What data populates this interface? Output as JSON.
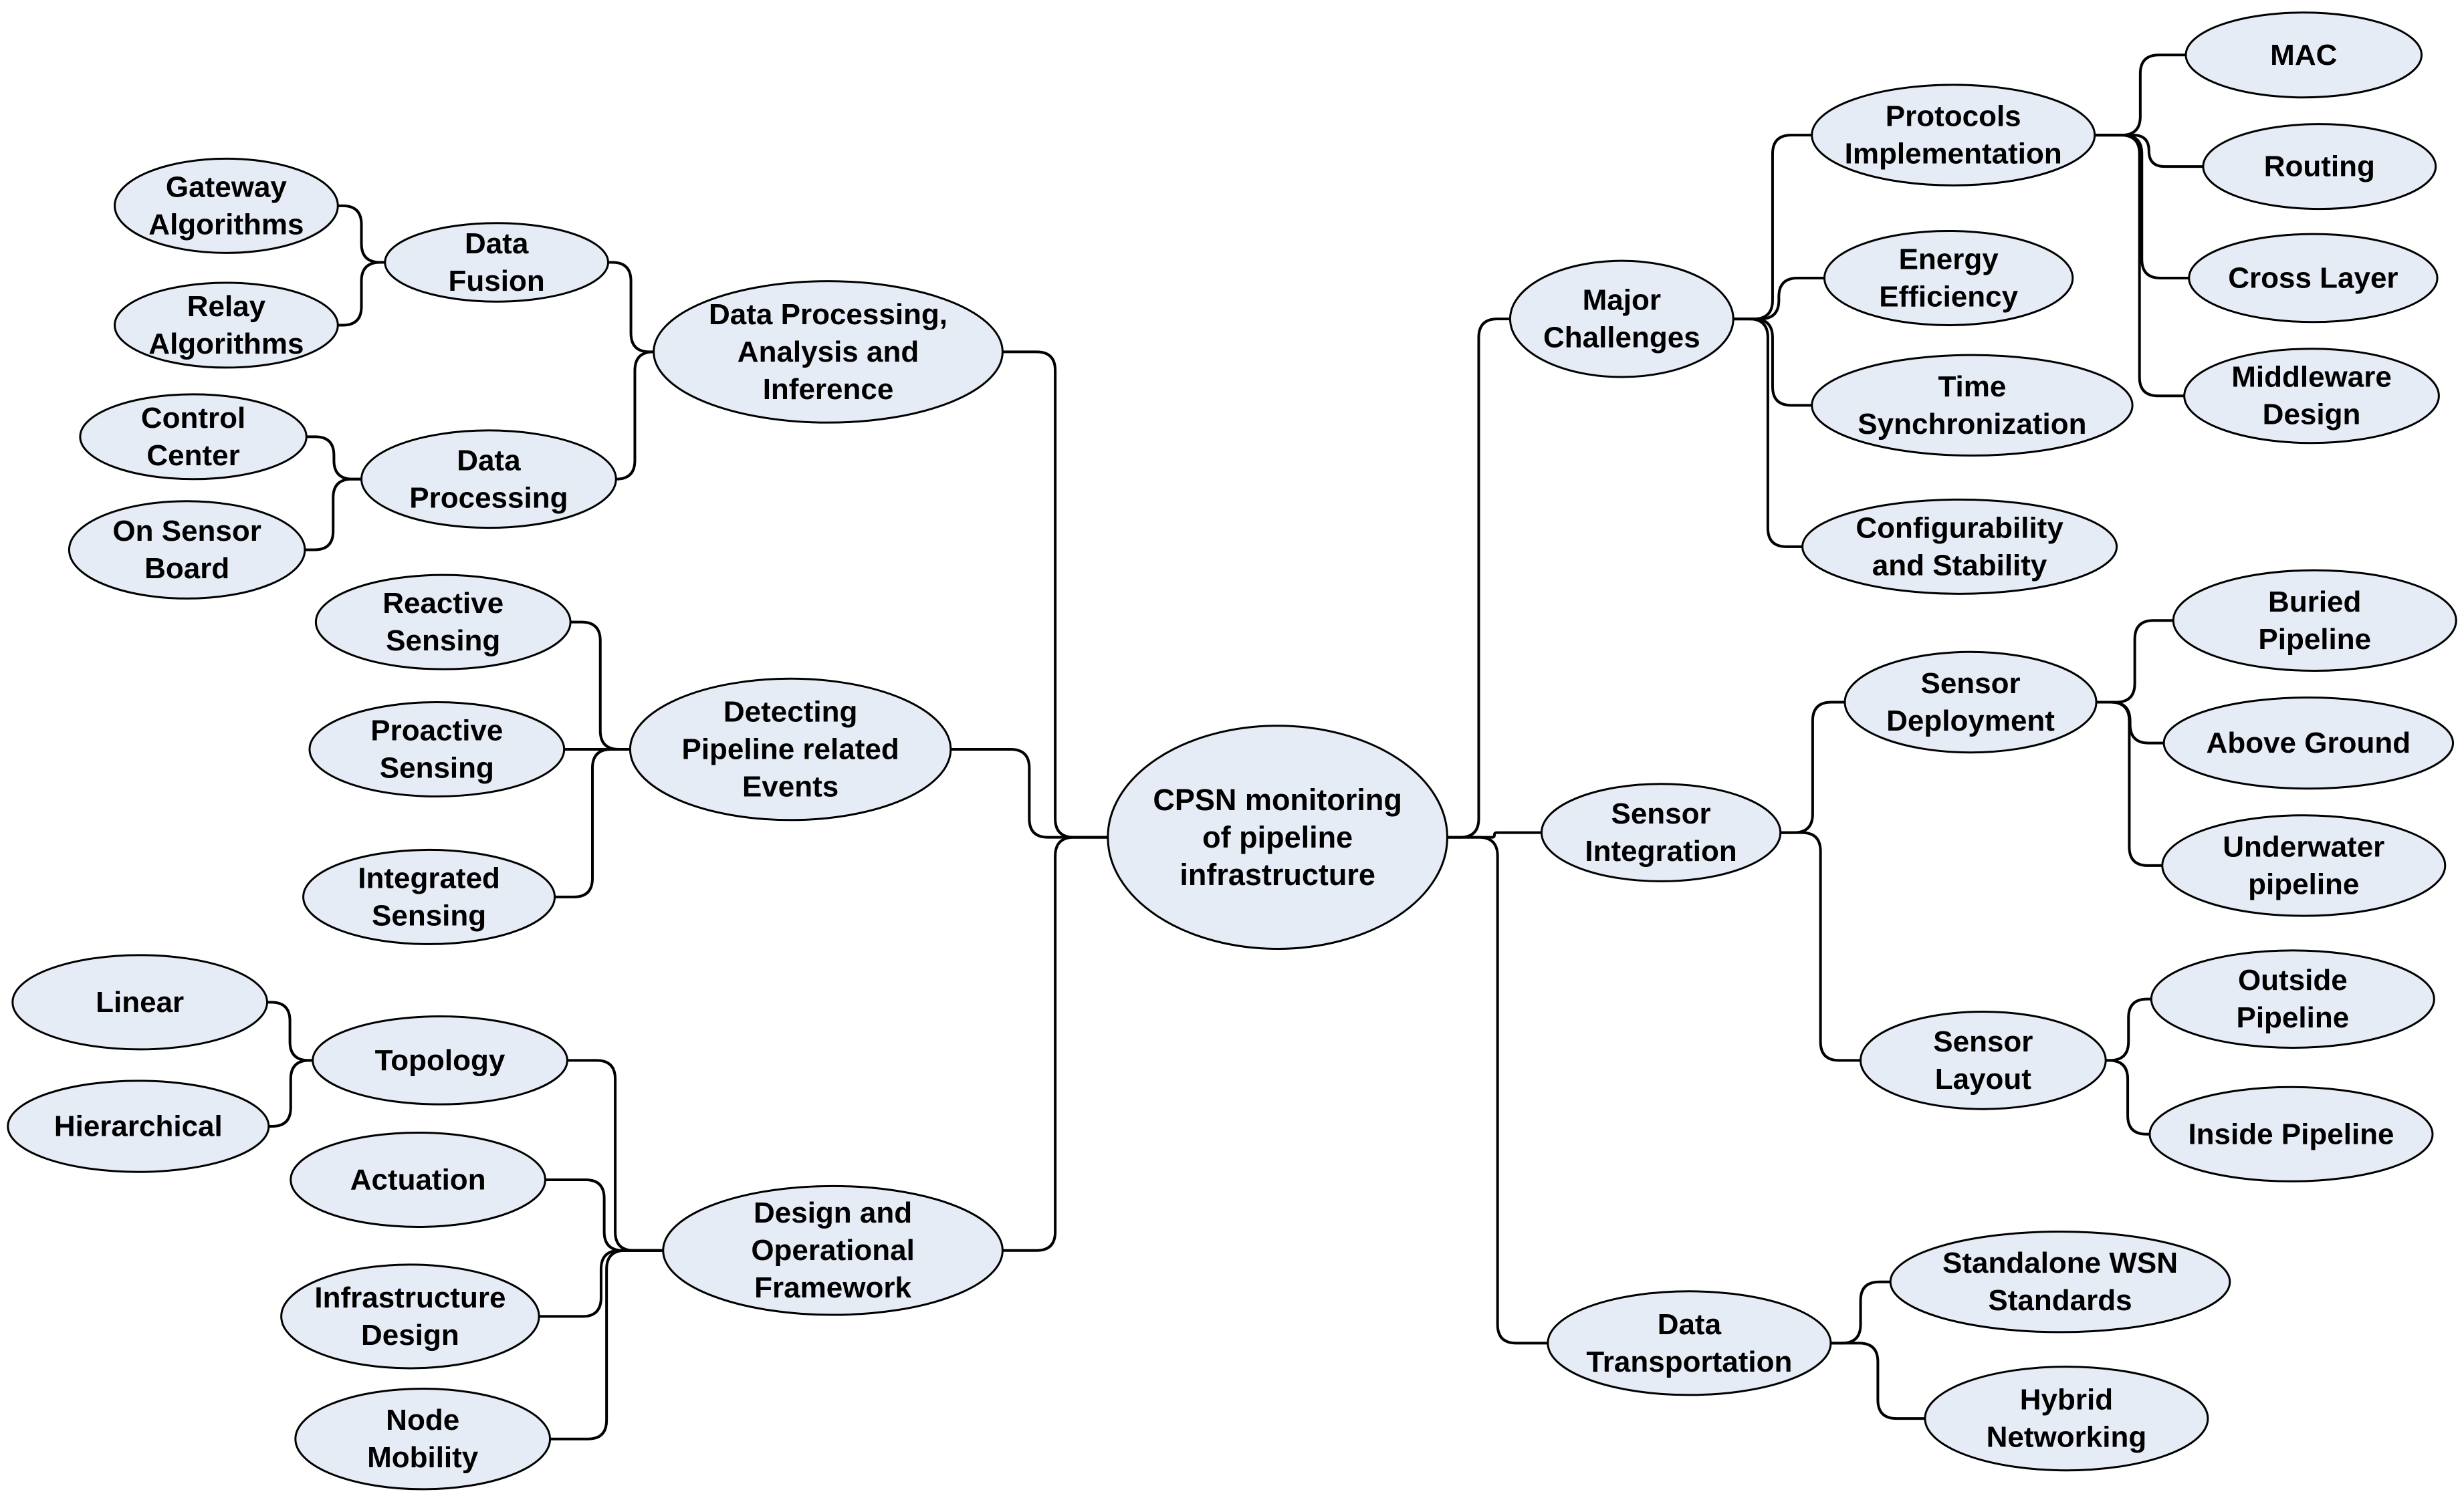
{
  "diagram": {
    "root": {
      "id": "root",
      "label": [
        "CPSN monitoring",
        "of pipeline",
        "infrastructure"
      ]
    },
    "nodes": [
      {
        "id": "dpai",
        "parent": "root",
        "label": [
          "Data Processing,",
          "Analysis and",
          "Inference"
        ]
      },
      {
        "id": "data-fusion",
        "parent": "dpai",
        "label": [
          "Data",
          "Fusion"
        ]
      },
      {
        "id": "gateway-algorithms",
        "parent": "data-fusion",
        "label": [
          "Gateway",
          "Algorithms"
        ]
      },
      {
        "id": "relay-algorithms",
        "parent": "data-fusion",
        "label": [
          "Relay",
          "Algorithms"
        ]
      },
      {
        "id": "data-processing",
        "parent": "dpai",
        "label": [
          "Data",
          "Processing"
        ]
      },
      {
        "id": "control-center",
        "parent": "data-processing",
        "label": [
          "Control",
          "Center"
        ]
      },
      {
        "id": "on-sensor-board",
        "parent": "data-processing",
        "label": [
          "On Sensor",
          "Board"
        ]
      },
      {
        "id": "detecting-events",
        "parent": "root",
        "label": [
          "Detecting",
          "Pipeline related",
          "Events"
        ]
      },
      {
        "id": "reactive-sensing",
        "parent": "detecting-events",
        "label": [
          "Reactive",
          "Sensing"
        ]
      },
      {
        "id": "proactive-sensing",
        "parent": "detecting-events",
        "label": [
          "Proactive",
          "Sensing"
        ]
      },
      {
        "id": "integrated-sensing",
        "parent": "detecting-events",
        "label": [
          "Integrated",
          "Sensing"
        ]
      },
      {
        "id": "design-framework",
        "parent": "root",
        "label": [
          "Design and",
          "Operational",
          "Framework"
        ]
      },
      {
        "id": "topology",
        "parent": "design-framework",
        "label": [
          "Topology"
        ]
      },
      {
        "id": "linear",
        "parent": "topology",
        "label": [
          "Linear"
        ]
      },
      {
        "id": "hierarchical",
        "parent": "topology",
        "label": [
          "Hierarchical"
        ]
      },
      {
        "id": "actuation",
        "parent": "design-framework",
        "label": [
          "Actuation"
        ]
      },
      {
        "id": "infrastructure-design",
        "parent": "design-framework",
        "label": [
          "Infrastructure",
          "Design"
        ]
      },
      {
        "id": "node-mobility",
        "parent": "design-framework",
        "label": [
          "Node",
          "Mobility"
        ]
      },
      {
        "id": "major-challenges",
        "parent": "root",
        "label": [
          "Major",
          "Challenges"
        ]
      },
      {
        "id": "protocols-implementation",
        "parent": "major-challenges",
        "label": [
          "Protocols",
          "Implementation"
        ]
      },
      {
        "id": "mac",
        "parent": "protocols-implementation",
        "label": [
          "MAC"
        ]
      },
      {
        "id": "routing",
        "parent": "protocols-implementation",
        "label": [
          "Routing"
        ]
      },
      {
        "id": "cross-layer",
        "parent": "protocols-implementation",
        "label": [
          "Cross Layer"
        ]
      },
      {
        "id": "middleware-design",
        "parent": "protocols-implementation",
        "label": [
          "Middleware",
          "Design"
        ]
      },
      {
        "id": "energy-efficiency",
        "parent": "major-challenges",
        "label": [
          "Energy",
          "Efficiency"
        ]
      },
      {
        "id": "time-synchronization",
        "parent": "major-challenges",
        "label": [
          "Time",
          "Synchronization"
        ]
      },
      {
        "id": "configurability-stability",
        "parent": "major-challenges",
        "label": [
          "Configurability",
          "and Stability"
        ]
      },
      {
        "id": "sensor-integration",
        "parent": "root",
        "label": [
          "Sensor",
          "Integration"
        ]
      },
      {
        "id": "sensor-deployment",
        "parent": "sensor-integration",
        "label": [
          "Sensor",
          "Deployment"
        ]
      },
      {
        "id": "buried-pipeline",
        "parent": "sensor-deployment",
        "label": [
          "Buried",
          "Pipeline"
        ]
      },
      {
        "id": "above-ground",
        "parent": "sensor-deployment",
        "label": [
          "Above Ground"
        ]
      },
      {
        "id": "underwater-pipeline",
        "parent": "sensor-deployment",
        "label": [
          "Underwater",
          "pipeline"
        ]
      },
      {
        "id": "sensor-layout",
        "parent": "sensor-integration",
        "label": [
          "Sensor",
          "Layout"
        ]
      },
      {
        "id": "outside-pipeline",
        "parent": "sensor-layout",
        "label": [
          "Outside",
          "Pipeline"
        ]
      },
      {
        "id": "inside-pipeline",
        "parent": "sensor-layout",
        "label": [
          "Inside Pipeline"
        ]
      },
      {
        "id": "data-transportation",
        "parent": "root",
        "label": [
          "Data",
          "Transportation"
        ]
      },
      {
        "id": "standalone-wsn",
        "parent": "data-transportation",
        "label": [
          "Standalone WSN",
          "Standards"
        ]
      },
      {
        "id": "hybrid-networking",
        "parent": "data-transportation",
        "label": [
          "Hybrid",
          "Networking"
        ]
      }
    ]
  },
  "colors": {
    "node_fill": "#e6ecf5",
    "stroke": "#000000",
    "text": "#000000"
  }
}
